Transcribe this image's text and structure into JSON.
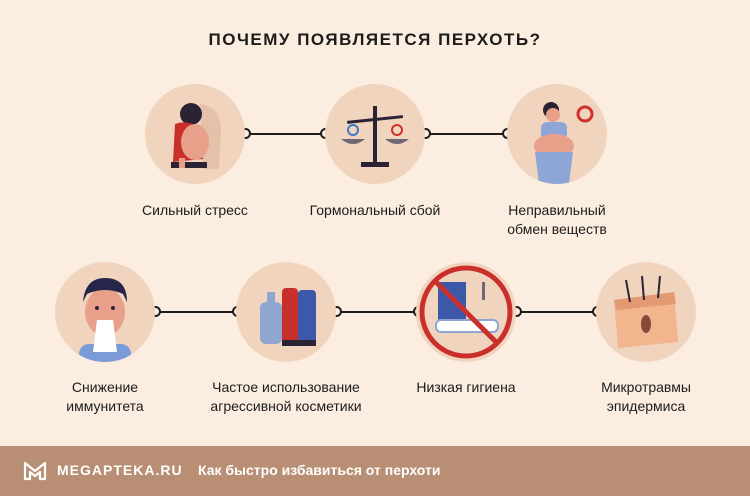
{
  "title": "ПОЧЕМУ ПОЯВЛЯЕТСЯ ПЕРХОТЬ?",
  "causes": [
    {
      "line1": "Сильный стресс",
      "line2": "",
      "icon": "stressed-person-icon"
    },
    {
      "line1": "Гормональный сбой",
      "line2": "",
      "icon": "scales-icon"
    },
    {
      "line1": "Неправильный",
      "line2": "обмен веществ",
      "icon": "overweight-person-icon"
    },
    {
      "line1": "Снижение",
      "line2": "иммунитета",
      "icon": "sick-person-icon"
    },
    {
      "line1": "Частое использование",
      "line2": "агрессивной косметики",
      "icon": "cosmetics-bottles-icon"
    },
    {
      "line1": "Низкая гигиена",
      "line2": "",
      "icon": "no-shower-icon"
    },
    {
      "line1": "Микротравмы",
      "line2": "эпидермиса",
      "icon": "skin-cross-section-icon"
    }
  ],
  "footer": {
    "logo_text": "MEGAPTEKA.RU",
    "link_text": "Как быстро избавиться от перхоти",
    "logo_icon": "megapteka-logo-icon"
  },
  "colors": {
    "background": "#fbeee0",
    "circle": "#f1d4be",
    "footer": "#b88f74",
    "line": "#1c1c1c"
  }
}
